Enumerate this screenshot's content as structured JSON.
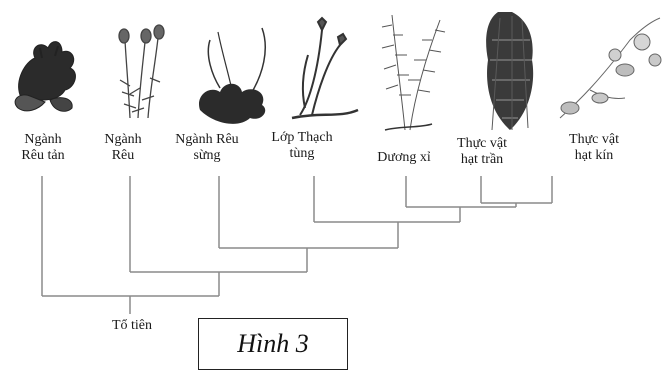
{
  "taxa": [
    {
      "id": "reu-tan",
      "lines": [
        "Ngành",
        "Rêu tản"
      ]
    },
    {
      "id": "reu",
      "lines": [
        "Ngành",
        "Rêu"
      ]
    },
    {
      "id": "reu-sung",
      "lines": [
        "Ngành Rêu",
        "sừng"
      ]
    },
    {
      "id": "thach-tung",
      "lines": [
        "Lớp Thạch",
        "tùng"
      ]
    },
    {
      "id": "duong-xi",
      "lines": [
        "Dương xỉ"
      ]
    },
    {
      "id": "hat-tran",
      "lines": [
        "Thực vật",
        "hạt trần"
      ]
    },
    {
      "id": "hat-kin",
      "lines": [
        "Thực vật",
        "hạt kín"
      ]
    }
  ],
  "root_label": "Tổ tiên",
  "figure_caption": "Hình 3",
  "colors": {
    "tree_line": "#8a8a8a",
    "text": "#1a1a1a"
  }
}
